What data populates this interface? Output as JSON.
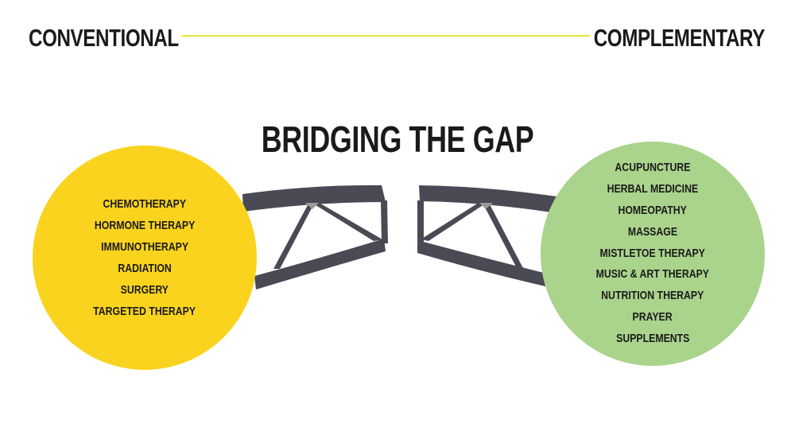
{
  "header": {
    "left_label": "CONVENTIONAL",
    "right_label": "COMPLEMENTARY"
  },
  "title": "BRIDGING THE GAP",
  "conventional": {
    "items": [
      "CHEMOTHERAPY",
      "HORMONE THERAPY",
      "IMMUNOTHERAPY",
      "RADIATION",
      "SURGERY",
      "TARGETED THERAPY"
    ]
  },
  "complementary": {
    "items": [
      "ACUPUNCTURE",
      "HERBAL MEDICINE",
      "HOMEOPATHY",
      "MASSAGE",
      "MISTLETOE THERAPY",
      "MUSIC & ART THERAPY",
      "NUTRITION THERAPY",
      "PRAYER",
      "SUPPLEMENTS"
    ]
  },
  "colors": {
    "conventional": "#fad31e",
    "complementary": "#aad38c",
    "bridge": "#4a4a55",
    "rule": "#e6e83c",
    "text": "#1a1a1a"
  }
}
